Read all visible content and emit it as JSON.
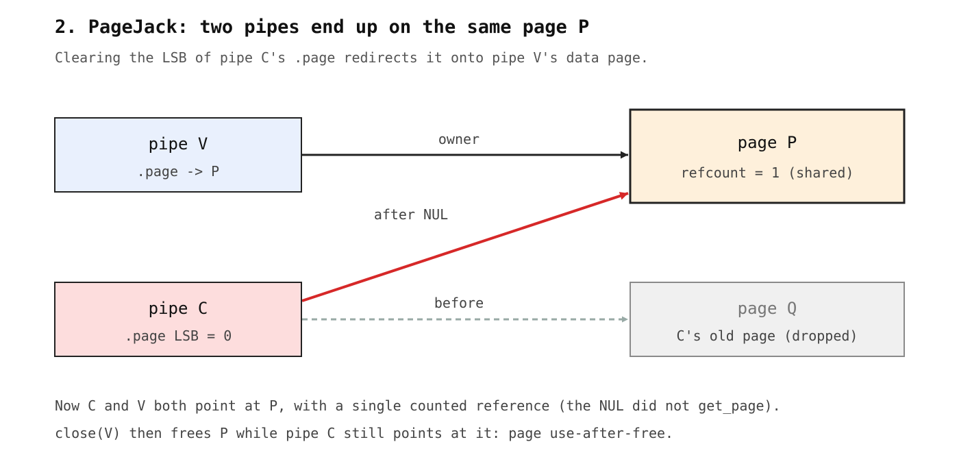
{
  "header": {
    "title": "2. PageJack: two pipes end up on the same page P",
    "subtitle": "Clearing the LSB of pipe C's .page redirects it onto pipe V's data page."
  },
  "nodes": {
    "pipe_v": {
      "title": "pipe V",
      "detail": ".page -> P",
      "fill": "#e9f0fd",
      "stroke": "#222222"
    },
    "pipe_c": {
      "title": "pipe C",
      "detail": ".page LSB = 0",
      "fill": "#fddddd",
      "stroke": "#222222"
    },
    "page_p": {
      "title": "page P",
      "detail": "refcount = 1 (shared)",
      "fill": "#fef0db",
      "stroke": "#222222"
    },
    "page_q": {
      "title": "page Q",
      "detail": "C's old page (dropped)",
      "fill": "#f0f0f0",
      "stroke": "#8a8a8a"
    }
  },
  "edges": {
    "owner": {
      "label": "owner",
      "color": "#222222"
    },
    "after_nul": {
      "label": "after NUL",
      "color": "#d62828"
    },
    "before": {
      "label": "before",
      "color": "#98aaa6"
    }
  },
  "footer": {
    "line1": "Now C and V both point at P, with a single counted reference (the NUL did not get_page).",
    "line2": "close(V) then frees P while pipe C still points at it: page use-after-free."
  }
}
